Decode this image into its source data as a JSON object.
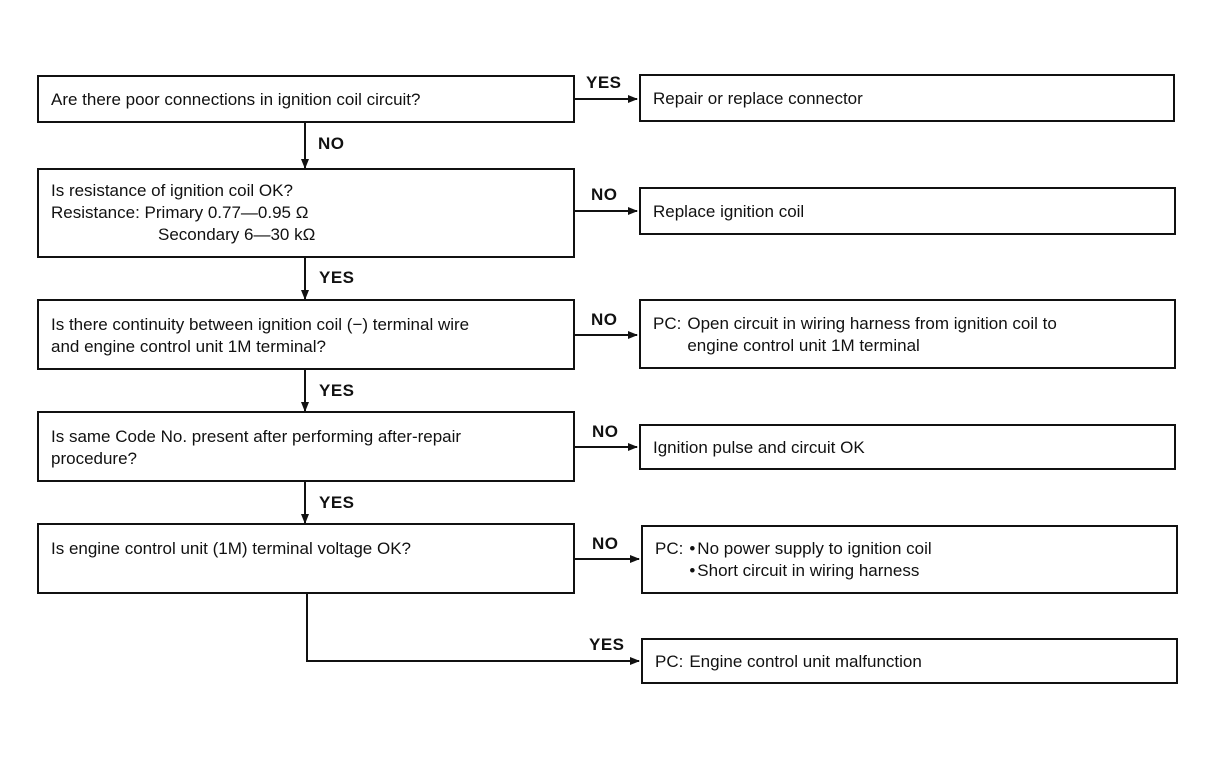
{
  "questions": [
    {
      "lines": [
        "Are there poor connections in ignition coil circuit?"
      ]
    },
    {
      "lines": [
        "Is resistance of ignition coil OK?",
        "Resistance: Primary 0.77—0.95 Ω",
        "Secondary 6—30 kΩ"
      ]
    },
    {
      "lines": [
        "Is there continuity between ignition coil (−) terminal wire",
        "and engine control unit 1M terminal?"
      ]
    },
    {
      "lines": [
        "Is same Code No. present after performing after-repair",
        "procedure?"
      ]
    },
    {
      "lines": [
        "Is engine control unit (1M) terminal voltage OK?"
      ]
    }
  ],
  "results": [
    {
      "lines": [
        "Repair or replace connector"
      ]
    },
    {
      "lines": [
        "Replace ignition coil"
      ]
    },
    {
      "prefix": "PC:",
      "lines": [
        "Open circuit in wiring harness from ignition coil to",
        "engine control unit 1M terminal"
      ]
    },
    {
      "lines": [
        "Ignition pulse and circuit OK"
      ]
    },
    {
      "prefix": "PC:",
      "bullets": [
        "No power supply to ignition coil",
        "Short circuit in wiring harness"
      ]
    },
    {
      "prefix": "PC:",
      "lines": [
        "Engine control unit malfunction"
      ]
    }
  ],
  "branch_labels": {
    "side": [
      "YES",
      "NO",
      "NO",
      "NO",
      "NO",
      "YES"
    ],
    "down": [
      "NO",
      "YES",
      "YES",
      "YES"
    ]
  }
}
